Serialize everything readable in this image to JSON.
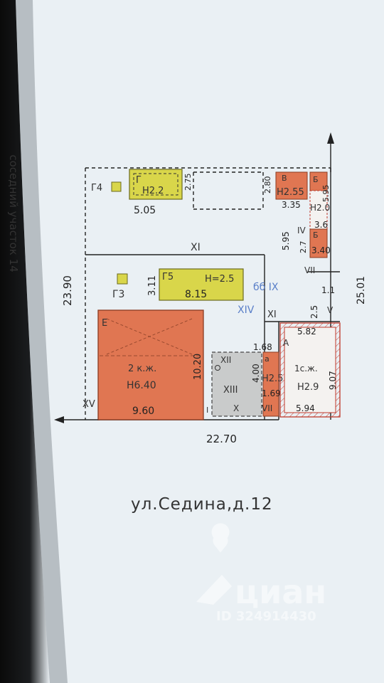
{
  "side_label": "соседний участок 14",
  "dims": {
    "left_height": "23.90",
    "right_height": "25.01",
    "bottom_width": "22.70",
    "g2_width": "5.05",
    "g5_height": "3.11",
    "g5_width": "8.15",
    "house2_depth": "10.20",
    "house2_width": "9.60",
    "side_595_a": "5.95",
    "side_595_b": "5.95",
    "side_280": "2.80",
    "side_275": "2.75",
    "side_335": "3.35",
    "side_27": "2.7",
    "side_36": "3.6",
    "side_340": "3.40",
    "side_11": "1.1",
    "side_25": "2.5",
    "side_168": "1.68",
    "side_400": "4.00",
    "side_169": "1.69",
    "house1_top": "5.82",
    "house1_bottom": "5.94",
    "house1_side": "9.07"
  },
  "buildings": {
    "g4": "Г4",
    "g2_letter": "Г",
    "g2_height": "Н2.2",
    "g3": "Г3",
    "g5_letter": "Г5",
    "g5_height": "Н=2.5",
    "v_letter": "В",
    "v_height": "Н2.55",
    "b_letter_top": "Б",
    "b_height": "Н2.0",
    "b_letter_bottom": "Б",
    "e_letter": "Е",
    "house2_name": "2 к.ж.",
    "house2_height": "Н6.40",
    "a_letter": "А",
    "house1_name": "1с.ж.",
    "house1_height": "Н2.9",
    "a_small_height": "Н2.5",
    "a_small_letter": "а"
  },
  "roman": {
    "xi_top": "XI",
    "xi_mid": "XI",
    "xii": "XII",
    "xiii": "XIII",
    "x": "X",
    "vii_bottom": "VII",
    "vii_right": "VII",
    "v_right": "V",
    "iv": "IV",
    "xv": "XV",
    "xiv": "XIV",
    "xiv_extra": "бб IX",
    "i_mark": "I"
  },
  "address": "ул.Седина,д.12",
  "watermark": {
    "brand": "циан",
    "id": "ID 324914430"
  },
  "colors": {
    "red_building": "#e07652",
    "yellow_building": "#d9d64a",
    "gray_building": "#c9cbcb",
    "black_line": "#222222",
    "red_line": "#c0392b",
    "blue_annotation": "#5a7fc8",
    "background": "#eaf0f4"
  }
}
